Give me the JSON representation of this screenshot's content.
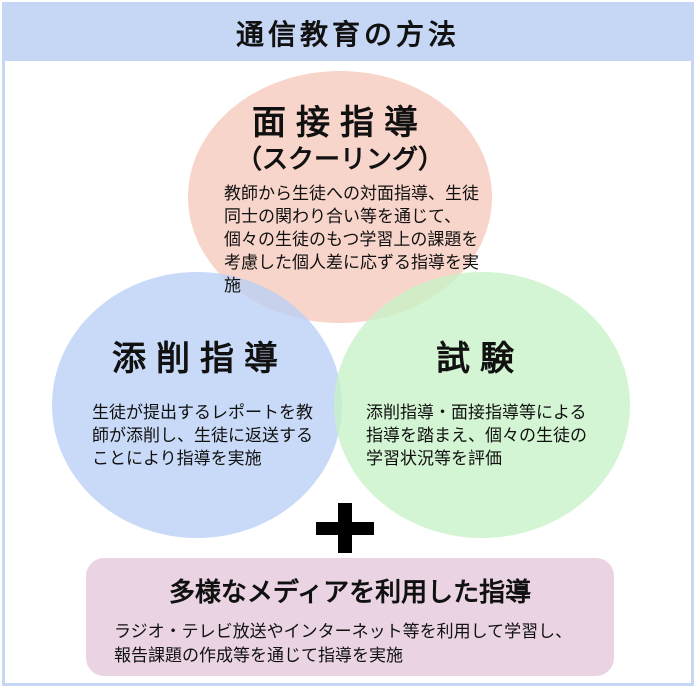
{
  "header": {
    "title": "通信教育の方法"
  },
  "circles": {
    "top": {
      "title": "面接指導",
      "subtitle": "（スクーリング）",
      "description": "教師から生徒への対面指導、生徒同士の関わり合い等を通じて、個々の生徒のもつ学習上の課題を考慮した個人差に応ずる指導を実施",
      "color": "#f6cbbd"
    },
    "left": {
      "title": "添削指導",
      "description": "生徒が提出するレポートを教師が添削し、生徒に返送することにより指導を実施",
      "color": "#b9d0f5"
    },
    "right": {
      "title": "試験",
      "description": "添削指導・面接指導等による指導を踏まえ、個々の生徒の学習状況等を評価",
      "color": "#c6f2c6"
    }
  },
  "plus_icon": "plus-icon",
  "media": {
    "title": "多様なメディアを利用した指導",
    "description": "ラジオ・テレビ放送やインターネット等を利用して学習し、報告課題の作成等を通じて指導を実施",
    "color": "#ead4e3"
  }
}
